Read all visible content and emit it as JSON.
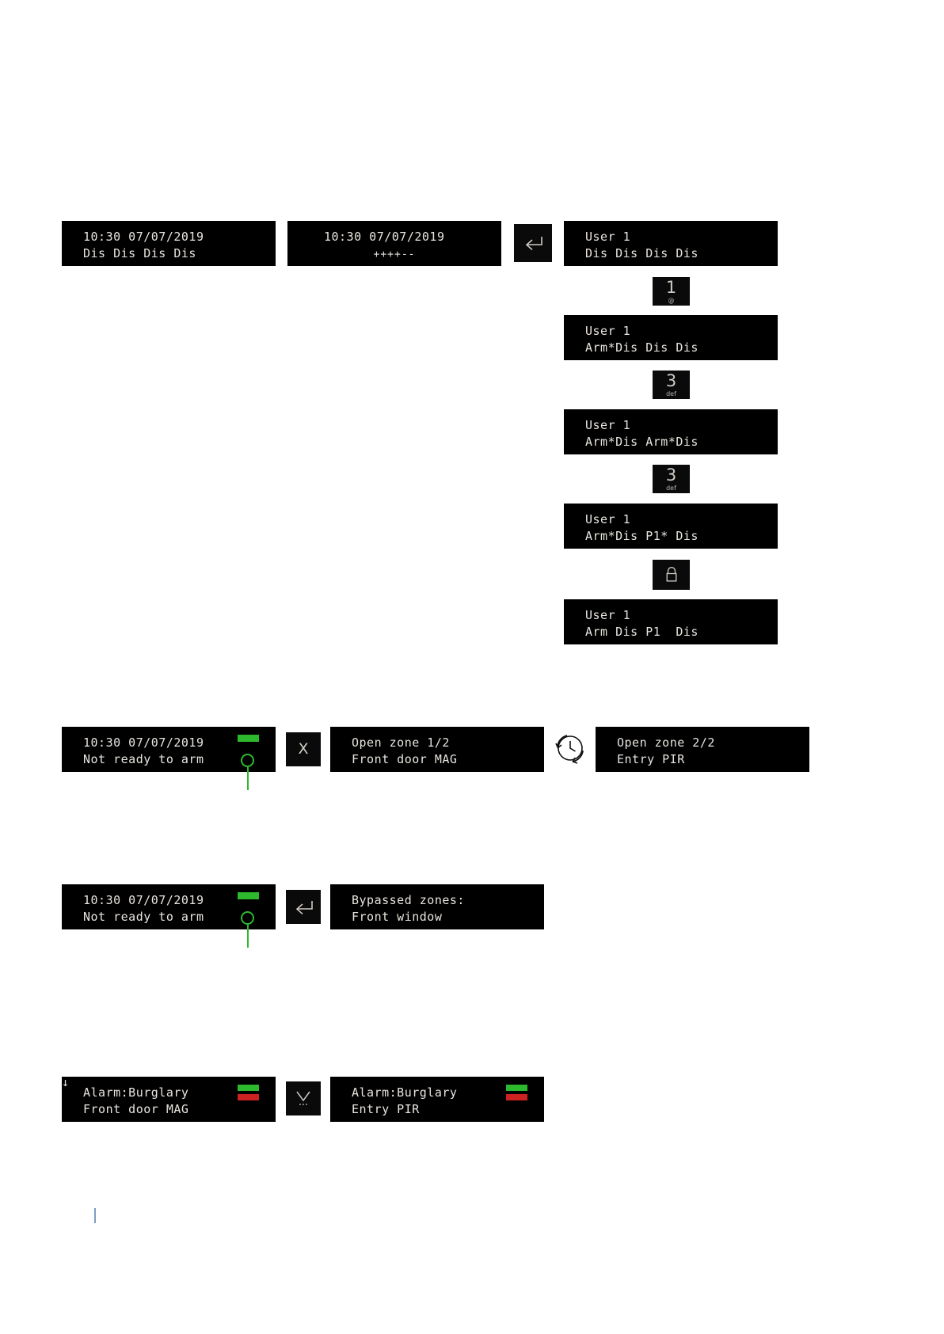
{
  "colors": {
    "lcd_background": "#000000",
    "lcd_text": "#e8e4df",
    "led_green": "#2eb82e",
    "led_red": "#cc2222",
    "key_background": "#0a0a0a",
    "page_background": "#ffffff",
    "footer_rule": "#7a9fc4"
  },
  "section_arming": {
    "display_idle": {
      "line1": "10:30 07/07/2019",
      "line2": "Dis Dis Dis Dis"
    },
    "display_pin_entry": {
      "line1": "10:30 07/07/2019",
      "pin_mask": "++++--"
    },
    "key_enter": {
      "glyph": "enter-return-arrow",
      "label": ""
    },
    "display_user_idle": {
      "line1": "User 1",
      "line2": "Dis Dis Dis Dis"
    },
    "key_1": {
      "digit": "1",
      "sub": "@"
    },
    "display_area1_armed": {
      "line1": "User 1",
      "line2": "Arm*Dis Dis Dis"
    },
    "key_3_first": {
      "digit": "3",
      "sub": "def"
    },
    "display_area3_armed": {
      "line1": "User 1",
      "line2": "Arm*Dis Arm*Dis"
    },
    "key_3_second": {
      "digit": "3",
      "sub": "def"
    },
    "display_perimeter": {
      "line1": "User 1",
      "line2": "Arm*Dis P1* Dis"
    },
    "key_lock": {
      "glyph": "lock-padlock",
      "label": ""
    },
    "display_final_armed": {
      "line1": "User 1",
      "line2": "Arm Dis P1  Dis"
    }
  },
  "section_open_zones": {
    "display_not_ready": {
      "line1": "10:30 07/07/2019",
      "line2": "Not ready to arm",
      "led": "green"
    },
    "key_x": {
      "glyph": "X",
      "label": "X"
    },
    "display_open_zone_1": {
      "line1": "Open zone 1/2",
      "line2": "Front door MAG"
    },
    "key_clock": {
      "glyph": "clock-rotate-arrows",
      "label": ""
    },
    "display_open_zone_2": {
      "line1": "Open zone 2/2",
      "line2": "Entry PIR"
    }
  },
  "section_bypassed": {
    "display_not_ready": {
      "line1": "10:30 07/07/2019",
      "line2": "Not ready to arm",
      "led": "green"
    },
    "key_enter": {
      "glyph": "enter-return-arrow",
      "label": ""
    },
    "display_bypassed": {
      "line1": "Bypassed zones:",
      "line2": "Front window"
    }
  },
  "section_alarm": {
    "display_alarm_1": {
      "line1": "Alarm:Burglary",
      "line1_suffix": "↓",
      "line2": "Front door MAG",
      "led_green": true,
      "led_red": true
    },
    "key_down": {
      "glyph": "chevron-down-dots",
      "label": "..."
    },
    "display_alarm_2": {
      "line1": "Alarm:Burglary",
      "line2": "Entry PIR",
      "led_green": true,
      "led_red": true
    }
  }
}
